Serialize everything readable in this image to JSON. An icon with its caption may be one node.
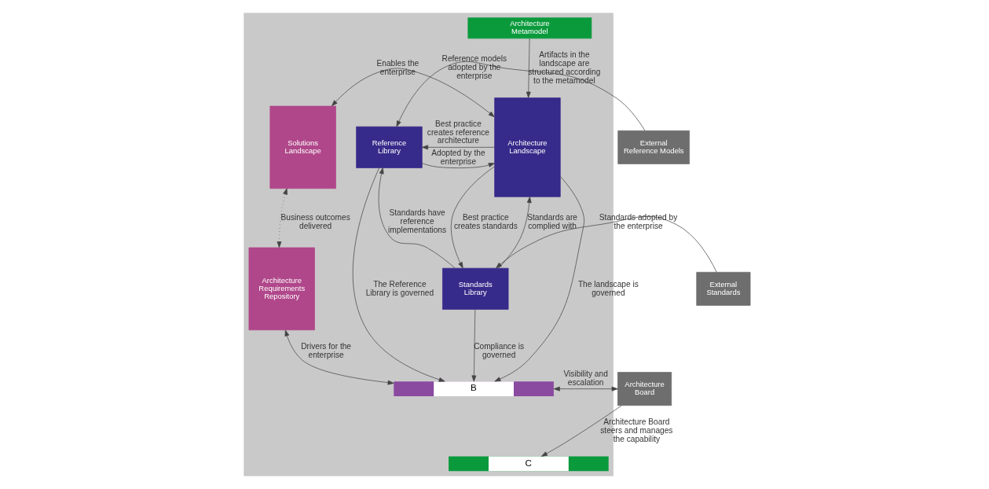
{
  "diagram": {
    "nodes": [
      {
        "text": [],
        "shape": "box"
      },
      {
        "text": [
          "Architecture Metamodel"
        ],
        "in": 0
      },
      {
        "text": [
          "Solutions Landscape"
        ],
        "in": 0
      },
      {
        "text": [
          "Architecture Landscape"
        ],
        "in": 0
      },
      {
        "text": [
          "Reference Library"
        ],
        "in": 0
      },
      {
        "text": [
          "Standards Library"
        ],
        "in": 0
      },
      {
        "text": [
          "Architecture Requirements Repository"
        ],
        "in": 0
      },
      {
        "text": [
          "B"
        ],
        "in": 0
      },
      {
        "text": [
          "C"
        ],
        "in": 0
      },
      {
        "text": [
          "External Reference Models"
        ]
      },
      {
        "text": [
          "External Standards"
        ]
      },
      {
        "text": [
          "Architecture Board"
        ]
      }
    ],
    "edges": [
      {
        "from": 1,
        "to": 3,
        "arrow": "to",
        "label": "Artifacts in the landscape are structured according to the metamodel"
      },
      {
        "from": 2,
        "to": 3,
        "arrow": "both",
        "label": "Enables the enterprise"
      },
      {
        "from": 3,
        "to": 4,
        "arrow": "to",
        "label": "Best practice creates reference architecture"
      },
      {
        "from": 4,
        "to": 3,
        "arrow": "to",
        "label": "Adopted by the enterprise"
      },
      {
        "from": 5,
        "to": 4,
        "arrow": "to",
        "label": "Standards have reference implementations"
      },
      {
        "from": 5,
        "to": 3,
        "arrow": "to",
        "label": "Standards are complied with"
      },
      {
        "from": 3,
        "to": 5,
        "arrow": "to",
        "label": "Best practice creates standards"
      },
      {
        "from": 2,
        "to": 6,
        "arrow": "both",
        "style": "dashed",
        "label": "Business outcomes delivered"
      },
      {
        "from": 6,
        "to": 7,
        "arrow": "both",
        "label": "Drivers for the enterprise"
      },
      {
        "from": 3,
        "to": 7,
        "arrow": "to",
        "label": "The landscape is governed"
      },
      {
        "from": 5,
        "to": 7,
        "arrow": "to",
        "label": "Compliance is governed"
      },
      {
        "from": 9,
        "to": 4,
        "arrow": "to",
        "label": "Reference models adopted by the enterprise"
      },
      {
        "from": 10,
        "to": 5,
        "arrow": "to",
        "label": "Standards adopted by the enterprise"
      },
      {
        "from": 4,
        "to": 7,
        "arrow": "to",
        "label": "The Reference Library is governed"
      },
      {
        "from": 7,
        "to": 11,
        "arrow": "both",
        "label": "Visibility and escalation"
      },
      {
        "from": 11,
        "to": 8,
        "arrow": "to",
        "label": "Architecture Board steers and manages the capability"
      }
    ]
  }
}
